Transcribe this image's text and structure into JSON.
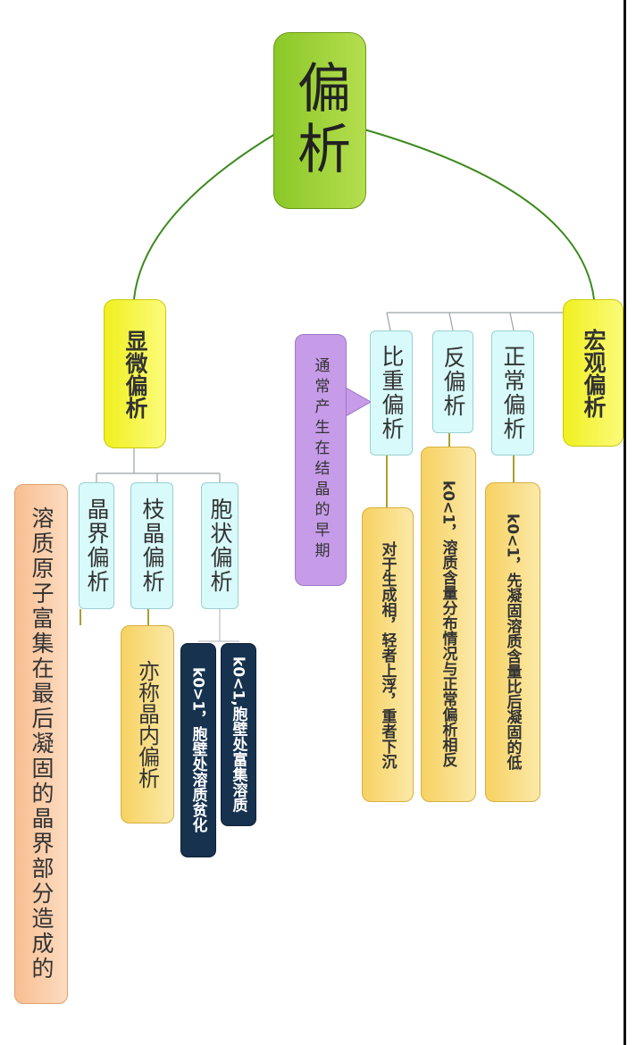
{
  "root": {
    "label": "偏析"
  },
  "branches": {
    "macro": {
      "label": "宏观偏析",
      "children": [
        {
          "label": "正常偏析",
          "note": "k0<1，先凝固溶质含量比后凝固的低"
        },
        {
          "label": "反偏析",
          "note": "k0<1，溶质含量分布情况与正常偏析相反"
        },
        {
          "label": "比重偏析",
          "note": "对于生成相，轻者上浮，重者下沉",
          "callout": "通常产生在结晶的早期"
        }
      ]
    },
    "micro": {
      "label": "显微偏析",
      "children": [
        {
          "label": "胞状偏析",
          "notes": [
            "k0<1,胞壁处富集溶质",
            "k0>1，胞壁处溶质贫化"
          ]
        },
        {
          "label": "枝晶偏析",
          "note": "亦称晶内偏析"
        },
        {
          "label": "晶界偏析",
          "note": "溶质原子富集在最后凝固的晶界部分造成的"
        }
      ]
    }
  },
  "colors": {
    "root": "#9fd23a",
    "level1": "#f4f43a",
    "level2": "#d8fafa",
    "note_yellow": "#f9dc7e",
    "note_navy": "#16324f",
    "note_purple": "#c69be8",
    "note_orange": "#fbd0ac",
    "connector_green": "#3d8a1e",
    "connector_gray": "#9aa4a4"
  }
}
